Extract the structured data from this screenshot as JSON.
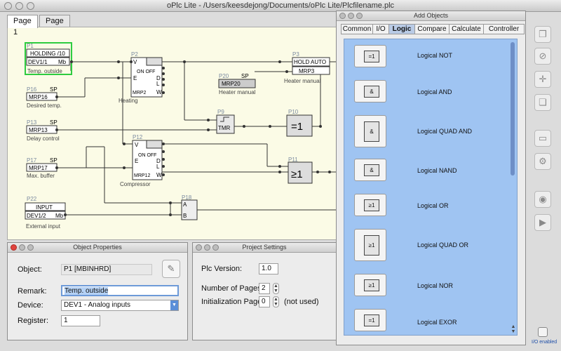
{
  "window": {
    "title": "oPlc Lite - /Users/keesdejong/Documents/oPlc Lite/Plcfilename.plc"
  },
  "tabs": [
    {
      "label": "Page 1"
    },
    {
      "label": "Page 2"
    }
  ],
  "diagram": {
    "blocks": {
      "p1": {
        "id": "P1",
        "name": "HOLDING /10",
        "device": "DEV1/1",
        "type": "Mb",
        "caption": "Temp. outside"
      },
      "p16": {
        "id": "P16",
        "sp": "SP",
        "name": "MRP16",
        "caption": "Desired temp."
      },
      "p13": {
        "id": "P13",
        "sp": "SP",
        "name": "MRP13",
        "caption": "Delay control"
      },
      "p17": {
        "id": "P17",
        "sp": "SP",
        "name": "MRP17",
        "caption": "Max. buffer"
      },
      "p22": {
        "id": "P22",
        "name": "INPUT",
        "device": "DEV1/2",
        "type": "Mb",
        "caption": "External input"
      },
      "p2": {
        "id": "P2",
        "in_v": "V",
        "in_e": "E",
        "onoff": "ON OFF",
        "d": "D",
        "l": "L",
        "w": "W",
        "name": "MRP2",
        "caption": "Heating"
      },
      "p12": {
        "id": "P12",
        "in_v": "V",
        "in_e": "E",
        "onoff": "ON OFF",
        "d": "D",
        "l": "L",
        "w": "W",
        "name": "MRP12",
        "caption": "Compressor"
      },
      "p20": {
        "id": "P20",
        "sp": "SP",
        "name": "MRP20",
        "caption": "Heater manual"
      },
      "p3": {
        "id": "P3",
        "name": "HOLD AUTO",
        "name2": "MRP3",
        "caption": "Heater manual"
      },
      "p9": {
        "id": "P9",
        "label": "TMR"
      },
      "p10": {
        "id": "P10",
        "label": "=1"
      },
      "p11": {
        "id": "P11",
        "label": "≥1"
      },
      "p18": {
        "id": "P18",
        "a": "A",
        "b": "B"
      }
    }
  },
  "object_properties": {
    "title": "Object Properties",
    "object_label": "Object:",
    "object_value": "P1 [MBINHRD]",
    "remark_label": "Remark:",
    "remark_value": "Temp. outside",
    "device_label": "Device:",
    "device_value": "DEV1 - Analog inputs",
    "register_label": "Register:",
    "register_value": "1"
  },
  "project_settings": {
    "title": "Project Settings",
    "version_label": "Plc Version:",
    "version_value": "1.0",
    "pages_label": "Number of Pages:",
    "pages_value": "2",
    "init_label": "Initialization Page:",
    "init_value": "0",
    "init_note": "(not used)"
  },
  "add_objects": {
    "title": "Add Objects",
    "tabs": [
      {
        "label": "Common"
      },
      {
        "label": "I/O"
      },
      {
        "label": "Logic"
      },
      {
        "label": "Compare"
      },
      {
        "label": "Calculate"
      },
      {
        "label": "Controller"
      }
    ],
    "items": [
      {
        "label": "Logical NOT",
        "symbol": "=1"
      },
      {
        "label": "Logical AND",
        "symbol": "&"
      },
      {
        "label": "Logical QUAD AND",
        "symbol": "&"
      },
      {
        "label": "Logical NAND",
        "symbol": "&"
      },
      {
        "label": "Logical OR",
        "symbol": "≥1"
      },
      {
        "label": "Logical QUAD OR",
        "symbol": "≥1"
      },
      {
        "label": "Logical NOR",
        "symbol": "≥1"
      },
      {
        "label": "Logical EXOR",
        "symbol": "=1"
      }
    ]
  },
  "toolbar": {
    "io_enabled_label": "I/O enabled"
  }
}
